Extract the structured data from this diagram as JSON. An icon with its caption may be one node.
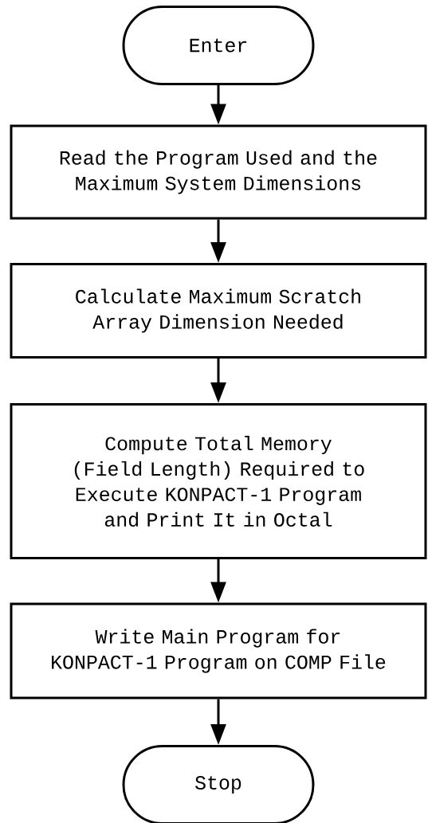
{
  "diagram": {
    "nodes": [
      {
        "text": [
          "Enter"
        ]
      },
      {
        "text": [
          "Read the Program Used and the Maximum System Dimensions"
        ]
      },
      {
        "text": [
          "Calculate Maximum Scratch Array Dimension Needed"
        ]
      },
      {
        "text": [
          "Compute Total Memory (Field Length) Required to Execute KONPACT-1 Program and Print It in Octal"
        ]
      },
      {
        "text": [
          "Write Main Program for KONPACT-1 Program on COMP File"
        ]
      },
      {
        "text": [
          "Stop"
        ]
      }
    ],
    "edges": [
      {
        "from": 0,
        "to": 1,
        "arrow": "to"
      },
      {
        "from": 1,
        "to": 2,
        "arrow": "to"
      },
      {
        "from": 2,
        "to": 3,
        "arrow": "to"
      },
      {
        "from": 3,
        "to": 4,
        "arrow": "to"
      },
      {
        "from": 4,
        "to": 5,
        "arrow": "to"
      }
    ]
  }
}
